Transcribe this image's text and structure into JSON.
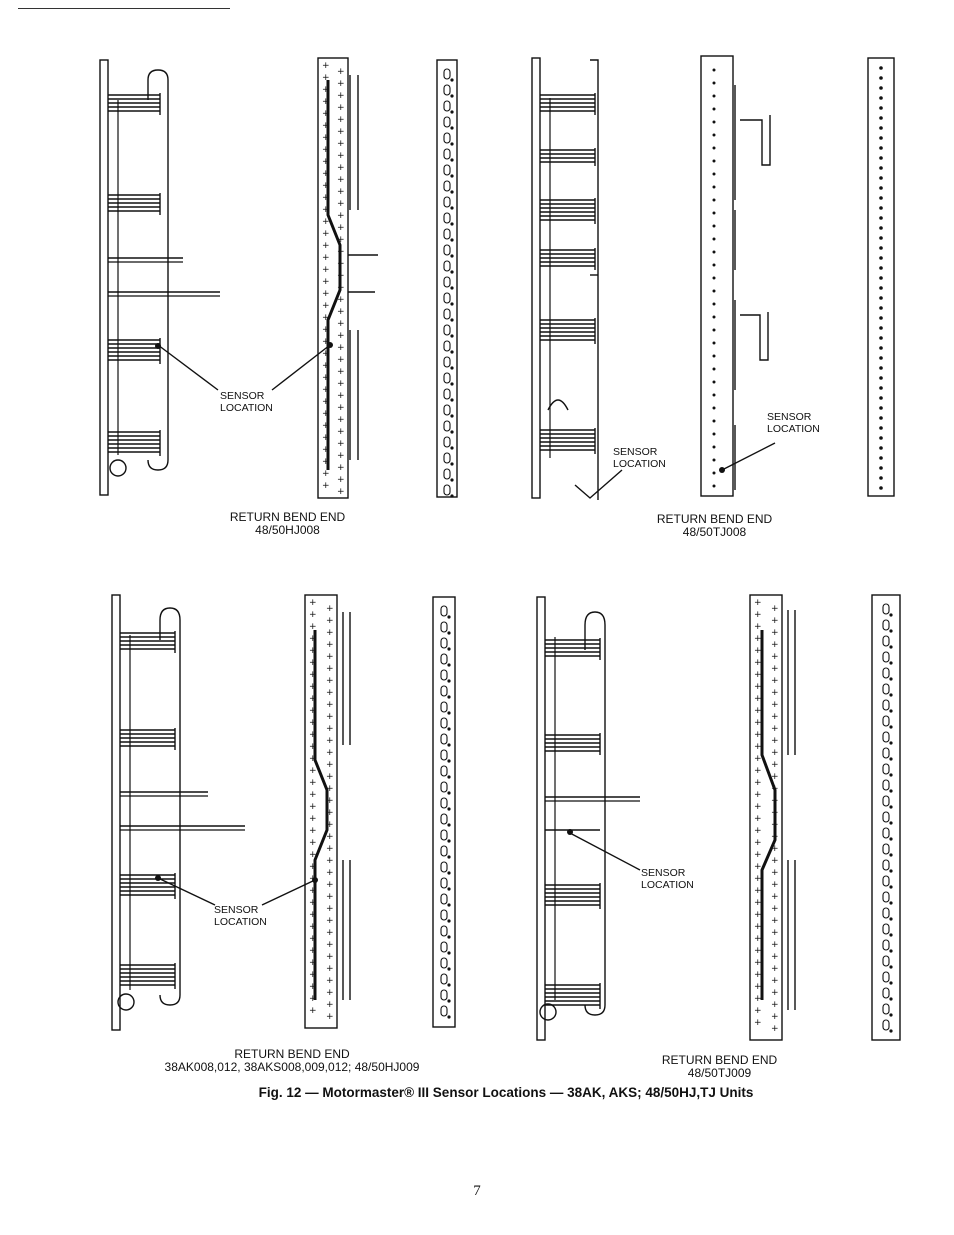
{
  "figure_caption": "Fig. 12 — Motormaster® III Sensor Locations — 38AK, AKS; 48/50HJ,TJ Units",
  "page_number": "7",
  "sensor_label_line1": "SENSOR",
  "sensor_label_line2": "LOCATION",
  "panels": [
    {
      "title": "RETURN BEND END",
      "model": "48/50HJ008"
    },
    {
      "title": "RETURN BEND END",
      "model": "48/50TJ008"
    },
    {
      "title": "RETURN BEND END",
      "model": "38AK008,012, 38AKS008,009,012; 48/50HJ009"
    },
    {
      "title": "RETURN BEND END",
      "model": "48/50TJ009"
    }
  ]
}
